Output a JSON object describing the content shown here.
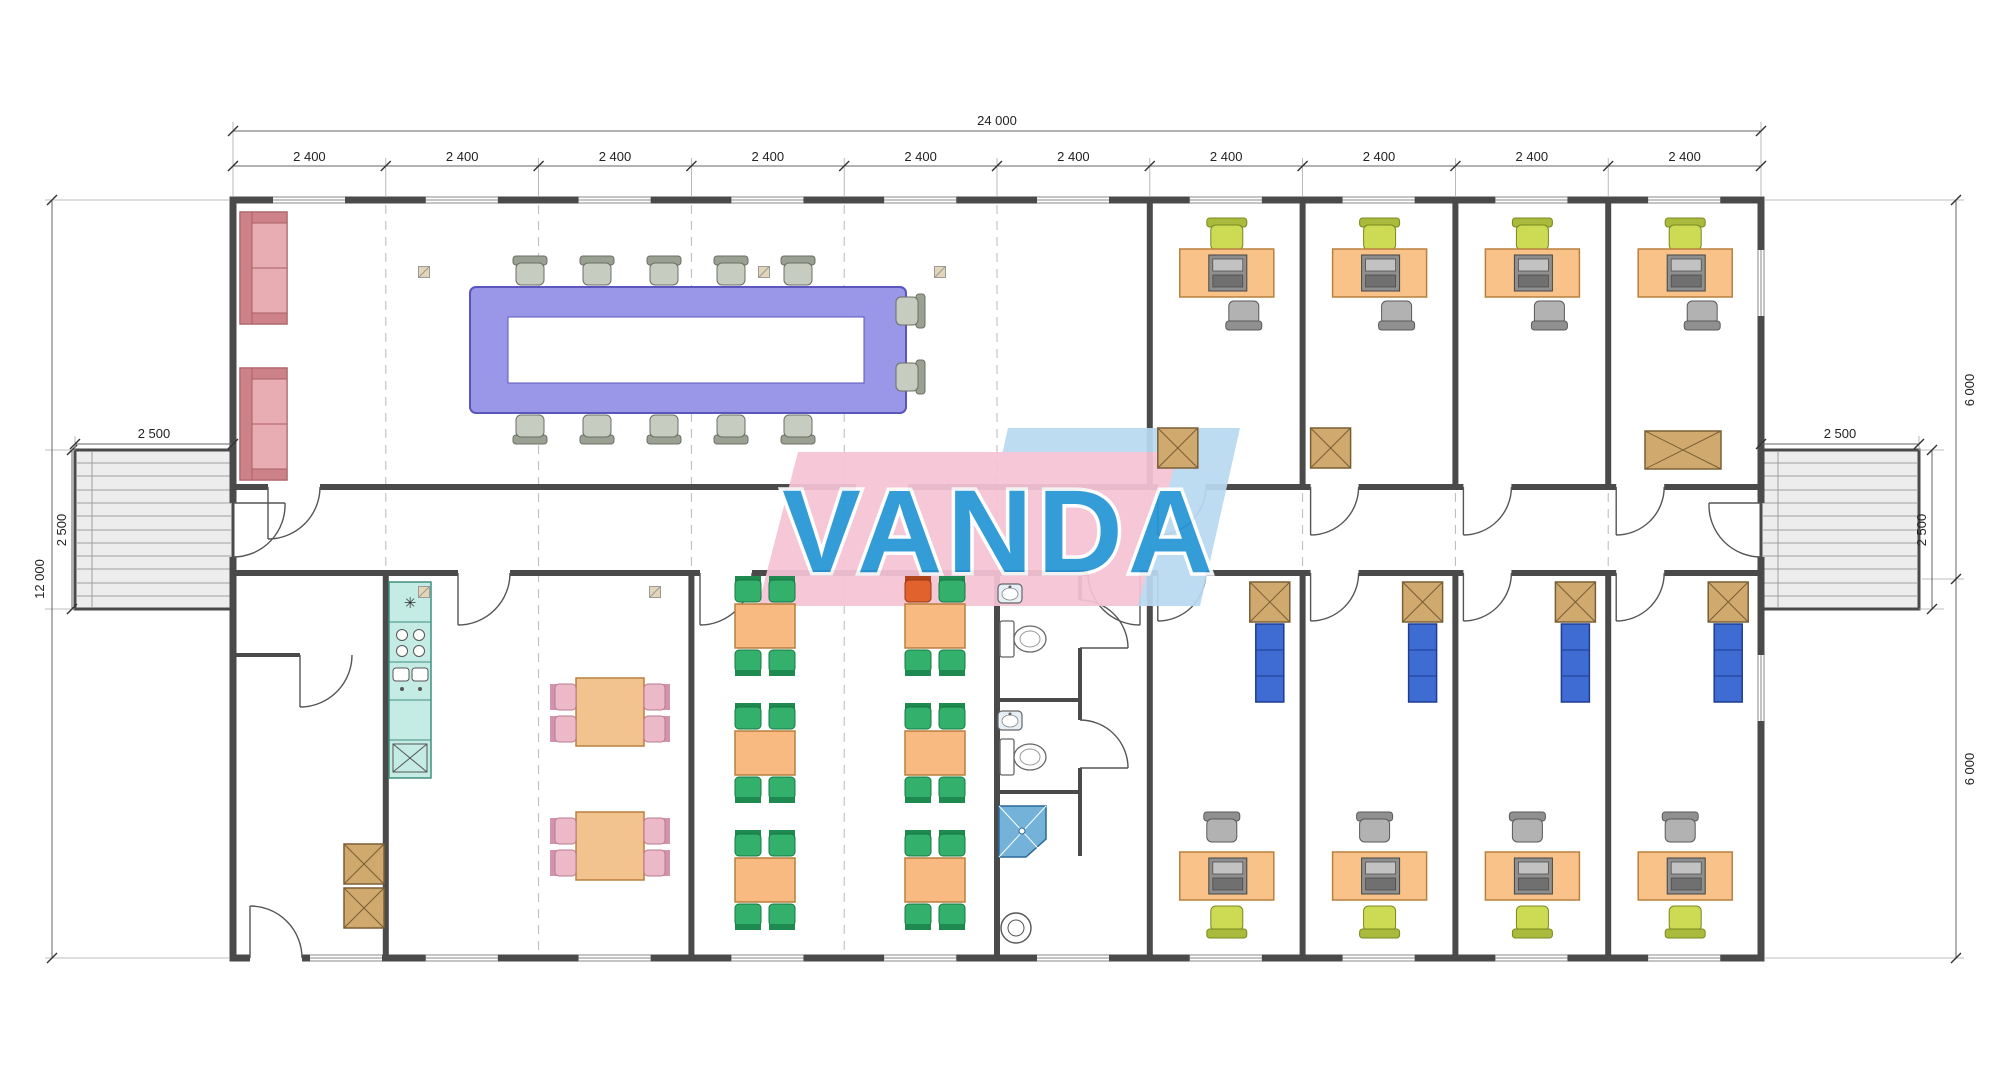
{
  "drawing": {
    "type": "office-building-floor-plan",
    "watermark": {
      "text": "VANDA",
      "text_color": "#2596d6",
      "pink_shape": "#f6c3d5",
      "blue_shape": "#b9d9f0"
    },
    "dimensions": {
      "top_total": "24 000",
      "bays": [
        "2 400",
        "2 400",
        "2 400",
        "2 400",
        "2 400",
        "2 400",
        "2 400",
        "2 400",
        "2 400",
        "2 400"
      ],
      "left_porch_width": "2 500",
      "right_porch_width": "2 500",
      "left_height_total": "12 000",
      "left_porch_depth": "2 500",
      "right_porch_depth": "2 500",
      "right_height_top": "6 000",
      "right_height_bottom": "6 000"
    },
    "kitchen_symbol": "✳",
    "colors": {
      "wall": "#4a4a4a",
      "conference_table": "#9a96e8",
      "office_desk": "#f8c288",
      "office_chair_green": "#ccdb53",
      "cafeteria_chair_green": "#33b06c",
      "cafeteria_chair_red": "#e2622e",
      "cafeteria_table": "#f8ba80",
      "dining_chair_pink": "#ecb9c9",
      "sofa_pink": "#e8adb2",
      "cabinet_tan": "#cfa96e",
      "cabinet_blue": "#3e6cd2",
      "kitchen_counter": "#c4ebe4",
      "shower_blue": "#74b2da"
    }
  }
}
